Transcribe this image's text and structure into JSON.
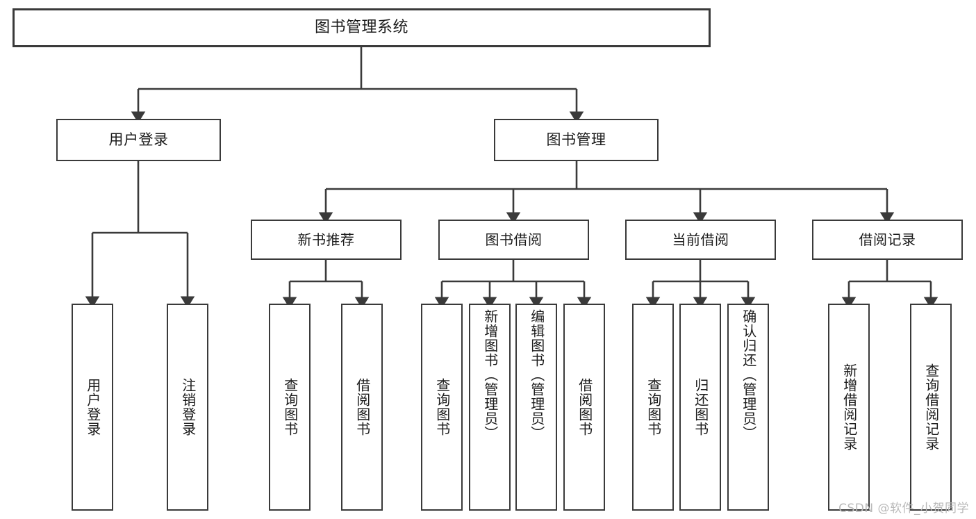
{
  "diagram": {
    "title": "图书管理系统",
    "type": "tree-hierarchy",
    "stroke_color": "#3a3a3a",
    "background_color": "#ffffff",
    "text_color": "#1b1b1b",
    "watermark": "CSDN @软件_小贺同学",
    "nodes": {
      "root": {
        "label": "图书管理系统"
      },
      "level1": [
        {
          "id": "user-login",
          "label": "用户登录"
        },
        {
          "id": "book-manage",
          "label": "图书管理"
        }
      ],
      "level2": [
        {
          "id": "new-book-recommend",
          "label": "新书推荐"
        },
        {
          "id": "book-borrow",
          "label": "图书借阅"
        },
        {
          "id": "current-borrow",
          "label": "当前借阅"
        },
        {
          "id": "borrow-record",
          "label": "借阅记录"
        }
      ],
      "leaves": {
        "user-login": [
          {
            "id": "leaf-user-login",
            "label": "用户登录"
          },
          {
            "id": "leaf-user-logout",
            "label": "注销登录"
          }
        ],
        "new-book-recommend": [
          {
            "id": "leaf-query-book-1",
            "label": "查询图书"
          },
          {
            "id": "leaf-borrow-book-1",
            "label": "借阅图书"
          }
        ],
        "book-borrow": [
          {
            "id": "leaf-query-book-2",
            "label": "查询图书"
          },
          {
            "id": "leaf-add-book",
            "label": "新增图书（管理员）"
          },
          {
            "id": "leaf-edit-book",
            "label": "编辑图书（管理员）"
          },
          {
            "id": "leaf-borrow-book-2",
            "label": "借阅图书"
          }
        ],
        "current-borrow": [
          {
            "id": "leaf-query-book-3",
            "label": "查询图书"
          },
          {
            "id": "leaf-return-book",
            "label": "归还图书"
          },
          {
            "id": "leaf-confirm-return",
            "label": "确认归还（管理员）"
          }
        ],
        "borrow-record": [
          {
            "id": "leaf-add-record",
            "label": "新增借阅记录"
          },
          {
            "id": "leaf-query-record",
            "label": "查询借阅记录"
          }
        ]
      }
    }
  }
}
